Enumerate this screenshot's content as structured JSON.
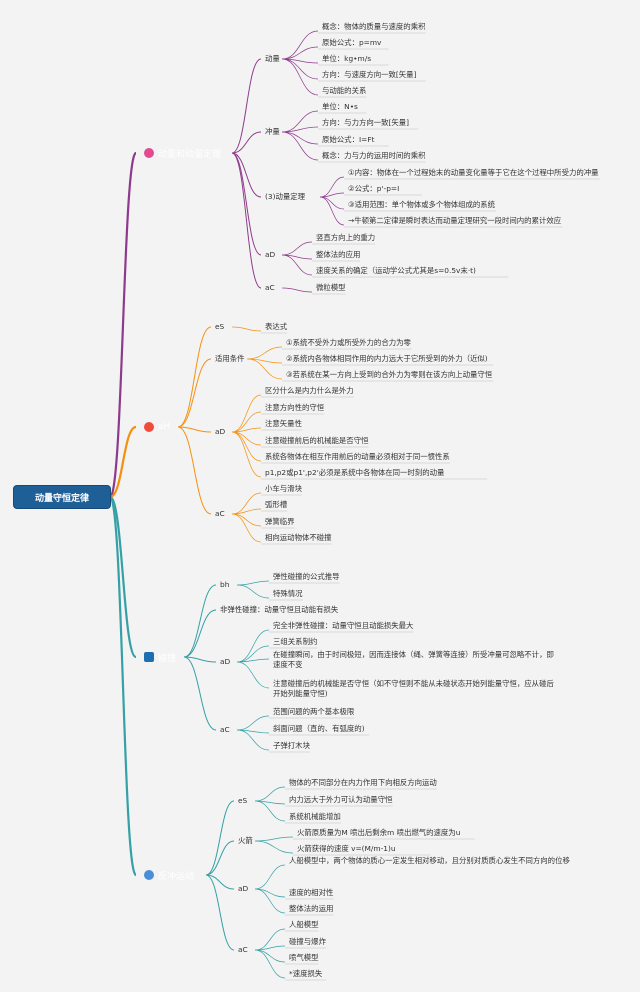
{
  "root": "动量守恒定律",
  "branches": [
    {
      "id": "b1",
      "title": "动量和动量定理",
      "color": "#8e3a8c",
      "icon": "heart-icon",
      "groups": [
        {
          "label": "动量",
          "items": [
            "概念：物体的质量与速度的乘积",
            "原始公式：p=mv",
            "单位：kg•m/s",
            "方向：与速度方向一致[矢量]",
            "与动能的关系"
          ]
        },
        {
          "label": "冲量",
          "items": [
            "单位：N•s",
            "方向：与力方向一致[矢量]",
            "原始公式：I=Ft",
            "概念：力与力的运用时间的乘积"
          ]
        },
        {
          "label": "(3)动量定理",
          "items": [
            "①内容：物体在一个过程始末的动量变化量等于它在这个过程中所受力的冲量",
            "②公式：p'-p=I",
            "③适用范围：单个物体或多个物体组成的系统",
            "→牛顿第二定律是瞬时表达而动量定理研究一段时间内的累计效应"
          ]
        },
        {
          "label": "aD",
          "items": [
            "竖直方向上的重力",
            "整体法的应用",
            "速度关系的确定（运动学公式尤其是s=0.5v末·t)"
          ]
        },
        {
          "label": "aC",
          "items": [
            "微粒模型"
          ]
        }
      ]
    },
    {
      "id": "b2",
      "title": "aH",
      "color": "#f5900e",
      "icon": "gift-icon",
      "groups": [
        {
          "label": "eS",
          "items": [
            "表达式"
          ]
        },
        {
          "label": "适用条件",
          "items": [
            "①系统不受外力或所受外力的合力为零",
            "②系统内各物体相同作用的内力远大于它所受到的外力（近似)",
            "③若系统在某一方向上受到的合外力为零则在该方向上动量守恒"
          ]
        },
        {
          "label": "aD",
          "items": [
            "区分什么是内力什么是外力",
            "注意方向性的守恒",
            "注意矢量性",
            "注意碰撞前后的机械能是否守恒",
            "系统各物体在相互作用前后的动量必须相对于同一惯性系",
            "p1,p2或p1',p2'必须是系统中各物体在同一时刻的动量"
          ]
        },
        {
          "label": "aC",
          "items": [
            "小车与滑块",
            "弧形槽",
            "弹簧临界",
            "相向运动物体不碰撞"
          ]
        }
      ]
    },
    {
      "id": "b3",
      "title": "碰撞",
      "color": "#35a0a6",
      "icon": "chart-icon",
      "groups": [
        {
          "label": "bh",
          "items": [
            "弹性碰撞的公式推导",
            "特殊情况"
          ]
        },
        {
          "label": "非弹性碰撞：动量守恒且动能有损失",
          "items": []
        },
        {
          "label": "aD",
          "items": [
            "完全非弹性碰撞：动量守恒且动能损失最大",
            "三组关系制约",
            "在碰撞瞬间，由于时间极短，因而连接体（绳、弹簧等连接）所受冲量可忽略不计，即速度不变",
            "注意碰撞后的机械能是否守恒（如不守恒则不能从未碰状态开始列能量守恒，应从碰后开始列能量守恒)"
          ]
        },
        {
          "label": "aC",
          "items": [
            "范围问题的两个基本极限",
            "斜面问题（直的、有弧度的)",
            "子弹打木块"
          ]
        }
      ]
    },
    {
      "id": "b4",
      "title": "反冲运动",
      "color": "#35a0a6",
      "icon": "drop-icon",
      "groups": [
        {
          "label": "eS",
          "items": [
            "物体的不同部分在内力作用下向相反方向运动",
            "内力远大于外力可认为动量守恒",
            "系统机械能增加"
          ]
        },
        {
          "label": "火箭",
          "items": [
            "火箭原质量为M 喷出后剩余m 喷出燃气的速度为u",
            "火箭获得的速度 v=(M/m-1)u"
          ]
        },
        {
          "label": "aD",
          "items": [
            "人船模型中，两个物体的质心一定发生相对移动，且分别对质质心发生不同方向的位移",
            "速度的相对性",
            "整体法的运用"
          ]
        },
        {
          "label": "aC",
          "items": [
            "人船模型",
            "碰撞与爆炸",
            "喷气模型",
            "*速度损失"
          ]
        }
      ]
    }
  ]
}
